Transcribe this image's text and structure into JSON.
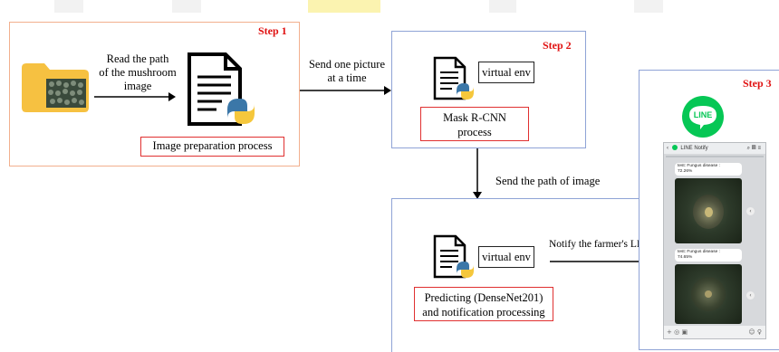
{
  "steps": {
    "step1": "Step 1",
    "step2": "Step 2",
    "step3": "Step 3"
  },
  "step1": {
    "read_path_label": "Read the path\nof the mushroom\nimage",
    "process_label": "Image preparation process"
  },
  "arrows": {
    "send_one": "Send one picture\nat a time",
    "send_path": "Send the path of image",
    "notify": "Notify the farmer's LINE"
  },
  "step2": {
    "venv_label": "virtual env",
    "process_label": "Mask R-CNN\nprocess"
  },
  "step4": {
    "venv_label": "virtual env",
    "process_label": "Predicting (DenseNet201)\nand notification processing"
  },
  "line": {
    "logo_text": "LINE",
    "header_title": "LINE Notify",
    "messages": [
      "test: Fungus disease :\n72.26%",
      "test: Fungus disease :\n74.65%"
    ]
  },
  "colors": {
    "step_text": "#e01010",
    "step1_border": "#f2b08e",
    "step_border": "#8fa3d6",
    "line_green": "#06c755",
    "folder": "#f6c141"
  }
}
